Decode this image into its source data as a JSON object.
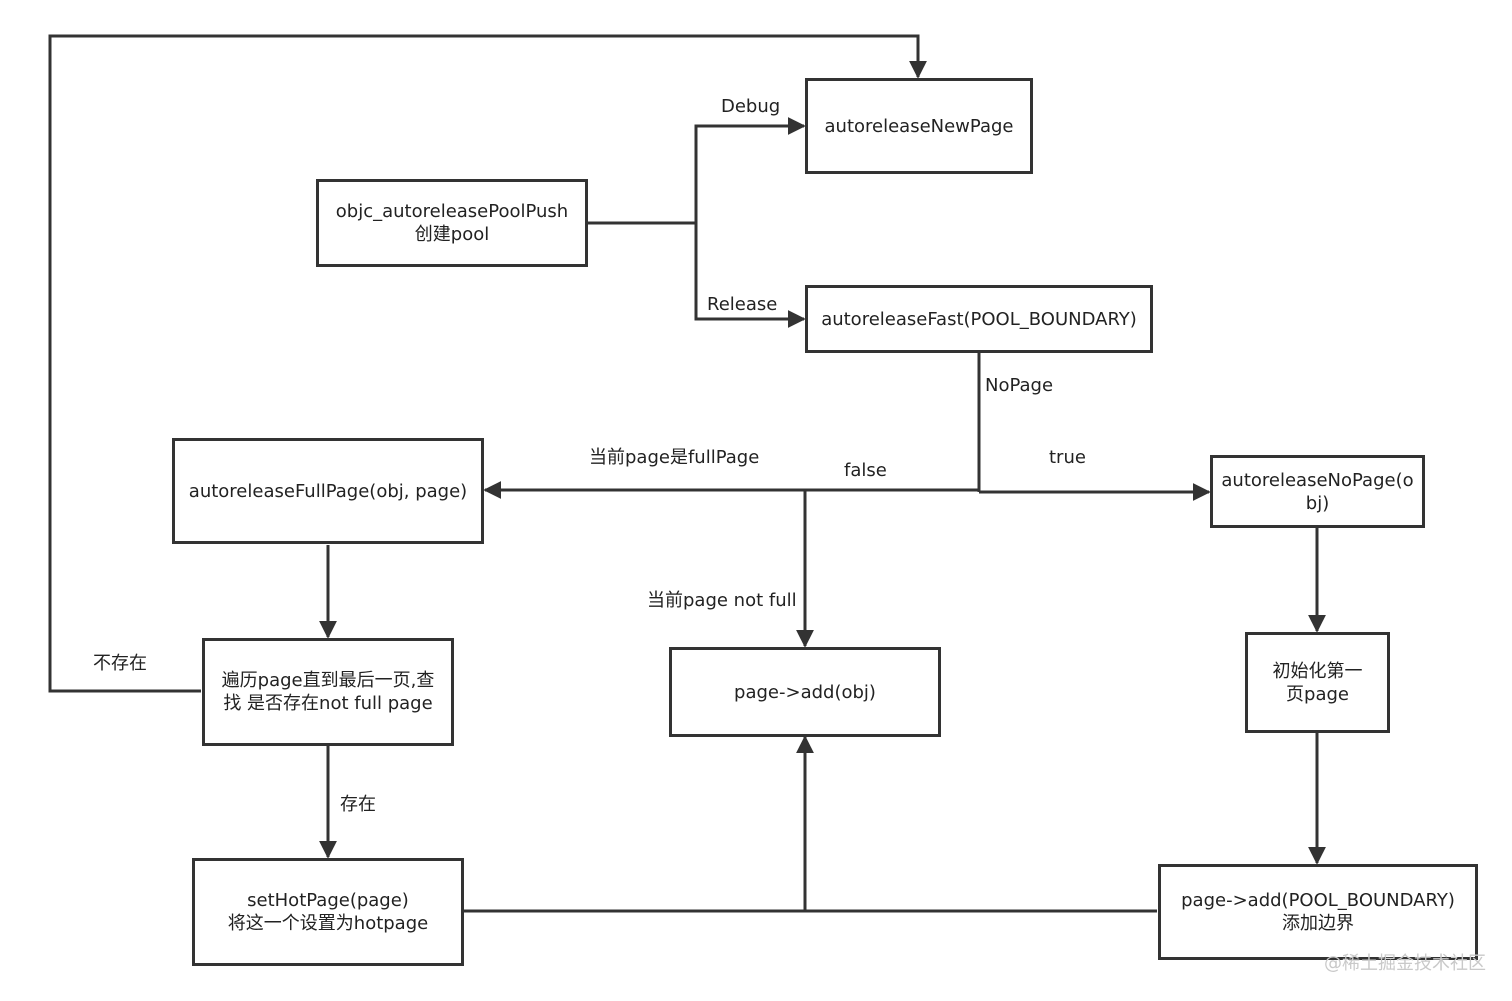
{
  "nodes": {
    "push": {
      "line1": "objc_autoreleasePoolPush",
      "line2": "创建pool"
    },
    "new_page": {
      "line1": "autoreleaseNewPage"
    },
    "fast": {
      "line1": "autoreleaseFast(POOL_BOUNDARY)"
    },
    "full_page": {
      "line1": "autoreleaseFullPage(obj, page)"
    },
    "no_page": {
      "line1": "autoreleaseNoPage(o",
      "line2": "bj)"
    },
    "traverse": {
      "line1": "遍历page直到最后一页,查",
      "line2": "找 是否存在not full page"
    },
    "add_obj": {
      "line1": "page->add(obj)"
    },
    "init_first": {
      "line1": "初始化第一",
      "line2": "页page"
    },
    "set_hot": {
      "line1": "setHotPage(page)",
      "line2": "将这一个设置为hotpage"
    },
    "add_boundary": {
      "line1": "page->add(POOL_BOUNDARY)",
      "line2": "添加边界"
    }
  },
  "edge_labels": {
    "debug": "Debug",
    "release": "Release",
    "nopage": "NoPage",
    "false": "false",
    "true": "true",
    "full": "当前page是fullPage",
    "not_full": "当前page not full",
    "not_exist": "不存在",
    "exist": "存在"
  },
  "watermark": "@稀土掘金技术社区",
  "colors": {
    "line": "#333333",
    "text": "#222222",
    "watermark": "#c9c9c9"
  }
}
